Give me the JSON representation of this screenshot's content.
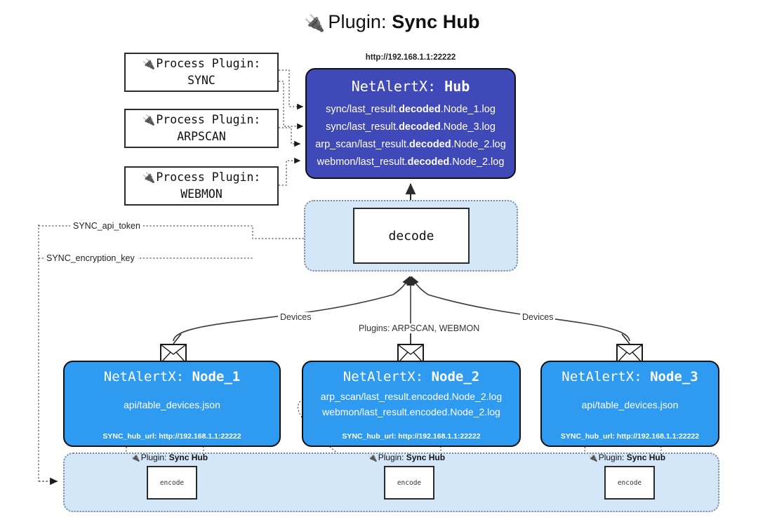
{
  "title": {
    "icon": "plug-icon",
    "glyph": "🔌",
    "prefix": "Plugin:",
    "name": "Sync Hub"
  },
  "colors": {
    "hub_fill": "#4049b8",
    "node_fill": "#2e9bf0",
    "cluster_fill": "#d4e7f8",
    "box_border": "#2b2b2b",
    "page_bg": "#ffffff"
  },
  "process_plugins": [
    {
      "icon": "plug-icon",
      "glyph": "🔌",
      "line1": "Process Plugin:",
      "line2": "SYNC"
    },
    {
      "icon": "plug-icon",
      "glyph": "🔌",
      "line1": "Process Plugin:",
      "line2": "ARPSCAN"
    },
    {
      "icon": "plug-icon",
      "glyph": "🔌",
      "line1": "Process Plugin:",
      "line2": "WEBMON"
    }
  ],
  "hub": {
    "url": "http://192.168.1.1:22222",
    "title_prefix": "NetAlertX:",
    "title_name": "Hub",
    "logs": [
      {
        "pre": "sync/last_result.",
        "mid": "decoded",
        "post": ".Node_1.log"
      },
      {
        "pre": "sync/last_result.",
        "mid": "decoded",
        "post": ".Node_3.log"
      },
      {
        "pre": "arp_scan/last_result.",
        "mid": "decoded",
        "post": ".Node_2.log"
      },
      {
        "pre": "webmon/last_result.",
        "mid": "decoded",
        "post": ".Node_2.log"
      }
    ]
  },
  "decode": {
    "label": "decode"
  },
  "tokens": [
    {
      "label": "SYNC_api_token"
    },
    {
      "label": "SYNC_encryption_key"
    }
  ],
  "edge_labels": {
    "devices_left": "Devices",
    "devices_right": "Devices",
    "plugins_center": "Plugins: ARPSCAN, WEBMON"
  },
  "nodes": [
    {
      "title_prefix": "NetAlertX:",
      "title_name": "Node_1",
      "lines": [
        "api/table_devices.json"
      ],
      "hub_url_label": "SYNC_hub_url: http://192.168.1.1:22222",
      "envelope_icon": "envelope-icon"
    },
    {
      "title_prefix": "NetAlertX:",
      "title_name": "Node_2",
      "lines": [
        "arp_scan/last_result.encoded.Node_2.log",
        "webmon/last_result.encoded.Node_2.log"
      ],
      "hub_url_label": "SYNC_hub_url: http://192.168.1.1:22222",
      "envelope_icon": "envelope-icon"
    },
    {
      "title_prefix": "NetAlertX:",
      "title_name": "Node_3",
      "lines": [
        "api/table_devices.json"
      ],
      "hub_url_label": "SYNC_hub_url: http://192.168.1.1:22222",
      "envelope_icon": "envelope-icon"
    }
  ],
  "encoders": [
    {
      "icon": "plug-icon",
      "glyph": "🔌",
      "plugin_prefix": "Plugin:",
      "plugin_name": "Sync Hub",
      "label": "encode"
    },
    {
      "icon": "plug-icon",
      "glyph": "🔌",
      "plugin_prefix": "Plugin:",
      "plugin_name": "Sync Hub",
      "label": "encode"
    },
    {
      "icon": "plug-icon",
      "glyph": "🔌",
      "plugin_prefix": "Plugin:",
      "plugin_name": "Sync Hub",
      "label": "encode"
    }
  ]
}
